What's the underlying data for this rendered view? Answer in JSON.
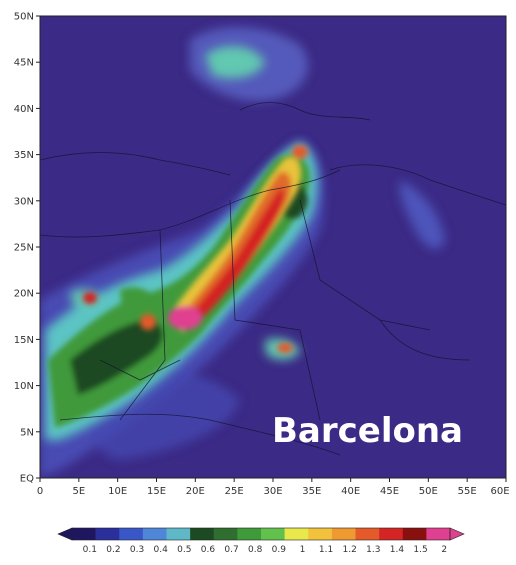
{
  "map": {
    "lat_ticks": [
      "EQ",
      "5N",
      "10N",
      "15N",
      "20N",
      "25N",
      "30N",
      "35N",
      "40N",
      "45N",
      "50N"
    ],
    "lon_ticks": [
      "0",
      "5E",
      "10E",
      "15E",
      "20E",
      "25E",
      "30E",
      "35E",
      "40E",
      "45E",
      "50E",
      "55E",
      "60E"
    ],
    "lat_range": [
      0,
      50
    ],
    "lon_range": [
      0,
      60
    ],
    "place_label": "Barcelona",
    "background_color": "#3b2a86"
  },
  "colorbar": {
    "labels": [
      "0.1",
      "0.2",
      "0.3",
      "0.4",
      "0.5",
      "0.6",
      "0.7",
      "0.8",
      "0.9",
      "1",
      "1.1",
      "1.2",
      "1.3",
      "1.4",
      "1.5",
      "2"
    ],
    "colors": [
      "#1e1660",
      "#2a2f9c",
      "#3a57c8",
      "#4f86d8",
      "#5fb8c8",
      "#1c4a22",
      "#2f6e2e",
      "#3f9a3a",
      "#62c04c",
      "#e8e84a",
      "#f2c23c",
      "#ef9a30",
      "#e45a2a",
      "#d42424",
      "#8a1010",
      "#e04090"
    ]
  }
}
